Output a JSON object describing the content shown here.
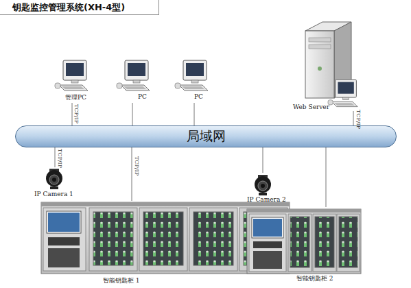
{
  "diagram": {
    "title": "钥匙监控管理系统(XH-4型)",
    "nodes": [
      {
        "text": [
          "管理PC"
        ]
      },
      {
        "text": [
          "PC"
        ]
      },
      {
        "text": [
          "PC"
        ]
      },
      {
        "text": [
          "Web Server"
        ]
      },
      {
        "text": [
          "局域网"
        ]
      },
      {
        "text": [
          "IP Camera 1"
        ]
      },
      {
        "text": [
          "智能钥匙柜 1"
        ]
      },
      {
        "text": [
          "IP Camera 2"
        ]
      },
      {
        "text": [
          "智能钥匙柜 2"
        ]
      }
    ],
    "edges": [
      {
        "from": 0,
        "to": 4,
        "arrow": "none",
        "label": "TCP/IP"
      },
      {
        "from": 1,
        "to": 4,
        "arrow": "none"
      },
      {
        "from": 2,
        "to": 4,
        "arrow": "none"
      },
      {
        "from": 3,
        "to": 4,
        "arrow": "none",
        "label": "TCP/IP"
      },
      {
        "from": 4,
        "to": 5,
        "arrow": "none",
        "label": "TCP/IP"
      },
      {
        "from": 4,
        "to": 6,
        "arrow": "none",
        "label": "TCP/IP"
      },
      {
        "from": 4,
        "to": 7,
        "arrow": "none"
      },
      {
        "from": 4,
        "to": 8,
        "arrow": "none"
      }
    ]
  }
}
